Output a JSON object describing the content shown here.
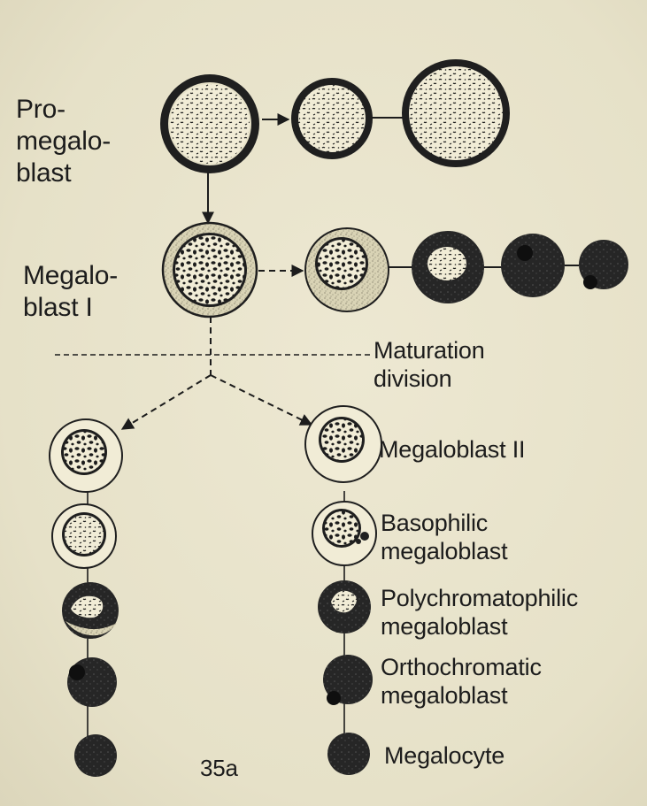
{
  "labels": {
    "promegaloblast": [
      "Pro-",
      "megalo-",
      "blast"
    ],
    "megaloblast1": [
      "Megalo-",
      "blast I"
    ],
    "maturation": [
      "Maturation",
      "division"
    ],
    "megaloblast2": "Megaloblast II",
    "basophilic": [
      "Basophilic",
      "megaloblast"
    ],
    "polychromatophilic": [
      "Polychromatophilic",
      "megaloblast"
    ],
    "orthochromatic": [
      "Orthochromatic",
      "megaloblast"
    ],
    "megalocyte": "Megalocyte",
    "figure_number": "35a"
  },
  "colors": {
    "ink": "#1c1c1c",
    "background": "#e9e4cd",
    "nucleus": "#f1ecd6",
    "stipple": "#cfc9ac"
  }
}
